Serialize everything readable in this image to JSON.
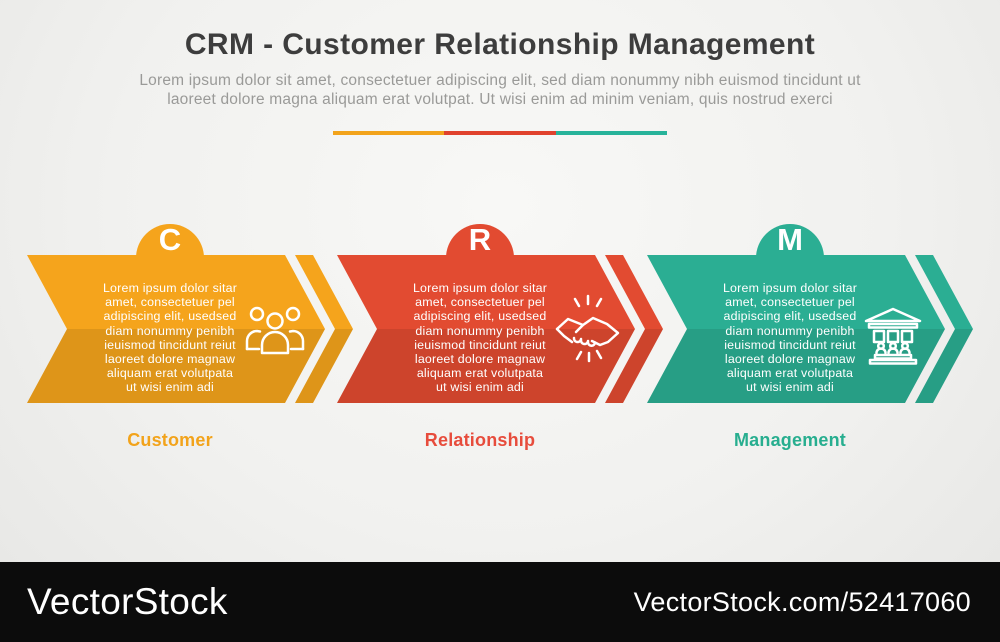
{
  "header": {
    "title": "CRM - Customer Relationship Management",
    "subtitle": "Lorem ipsum dolor sit amet, consectetuer adipiscing elit, sed diam nonummy nibh euismod tincidunt ut\nlaoreet dolore magna aliquam erat volutpat. Ut wisi enim ad minim veniam, quis nostrud exerci",
    "divider_colors": [
      "#F2A31B",
      "#E0422D",
      "#27B39A"
    ]
  },
  "items": [
    {
      "letter": "C",
      "label": "Customer",
      "icon": "group-icon",
      "color": "#F5A41C",
      "label_color": "#F2A31B",
      "body_lines": [
        "Lorem ipsum dolor sitar",
        "amet, consectetuer pel",
        "adipiscing elit, usedsed",
        "diam nonummy penibh",
        "ieuismod tincidunt reiut",
        "laoreet dolore magnaw",
        "aliquam erat volutpata",
        "ut wisi enim adi"
      ]
    },
    {
      "letter": "R",
      "label": "Relationship",
      "icon": "handshake-icon",
      "color": "#E24B31",
      "label_color": "#E74C3C",
      "body_lines": [
        "Lorem ipsum dolor sitar",
        "amet, consectetuer pel",
        "adipiscing elit, usedsed",
        "diam nonummy penibh",
        "ieuismod tincidunt reiut",
        "laoreet dolore magnaw",
        "aliquam erat volutpata",
        "ut wisi enim adi"
      ]
    },
    {
      "letter": "M",
      "label": "Management",
      "icon": "bank-icon",
      "color": "#2BAE93",
      "label_color": "#27AE8F",
      "body_lines": [
        "Lorem ipsum dolor sitar",
        "amet, consectetuer pel",
        "adipiscing elit, usedsed",
        "diam nonummy penibh",
        "ieuismod tincidunt reiut",
        "laoreet dolore magnaw",
        "aliquam erat volutpata",
        "ut wisi enim adi"
      ]
    }
  ],
  "footer": {
    "brand": "VectorStock",
    "url": "VectorStock.com/52417060"
  }
}
